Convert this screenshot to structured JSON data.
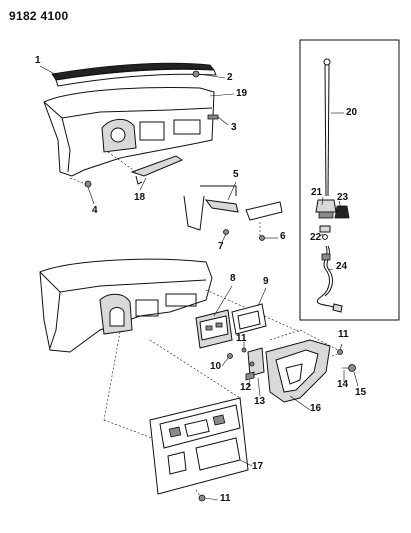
{
  "document_id": "9182 4100",
  "callouts": [
    "1",
    "2",
    "19",
    "3",
    "4",
    "18",
    "5",
    "6",
    "7",
    "20",
    "21",
    "23",
    "22",
    "24",
    "8",
    "9",
    "11",
    "10",
    "11",
    "12",
    "13",
    "16",
    "14",
    "15",
    "17",
    "11"
  ],
  "colors": {
    "ink": "#111111",
    "background": "#ffffff",
    "shade": "#d9d9d9",
    "dark_shade": "#8a8a8a"
  }
}
